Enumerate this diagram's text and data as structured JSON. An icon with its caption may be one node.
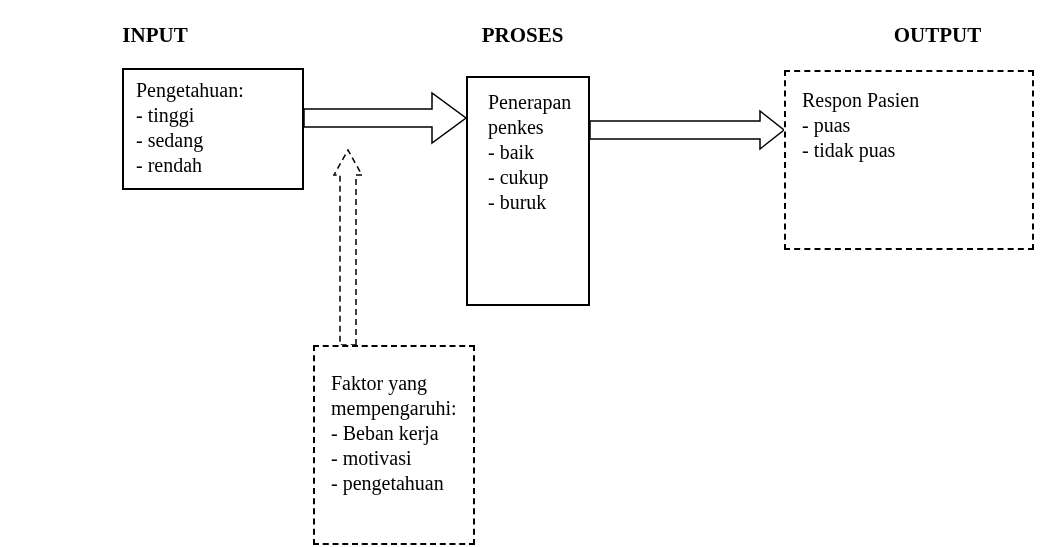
{
  "diagram": {
    "nodes": [
      {
        "text": [
          "Pengetahuan:",
          "- tinggi",
          "- sedang",
          "- rendah"
        ]
      },
      {
        "text": [
          "Penerapan penkes",
          "- baik",
          "- cukup",
          "- buruk"
        ]
      },
      {
        "text": [
          "Respon Pasien",
          "- puas",
          "- tidak puas"
        ]
      },
      {
        "text": [
          "Faktor yang mempengaruhi:",
          "- Beban kerja",
          "- motivasi",
          "- pengetahuan"
        ]
      }
    ],
    "edges": [
      {
        "from": 0,
        "to": 1,
        "arrow": "to"
      },
      {
        "from": 1,
        "to": 2,
        "arrow": "to"
      },
      {
        "from": 3,
        "to": null,
        "arrow": "to",
        "style": "dashed"
      }
    ],
    "labels": [
      "INPUT",
      "PROSES",
      "OUTPUT"
    ]
  }
}
